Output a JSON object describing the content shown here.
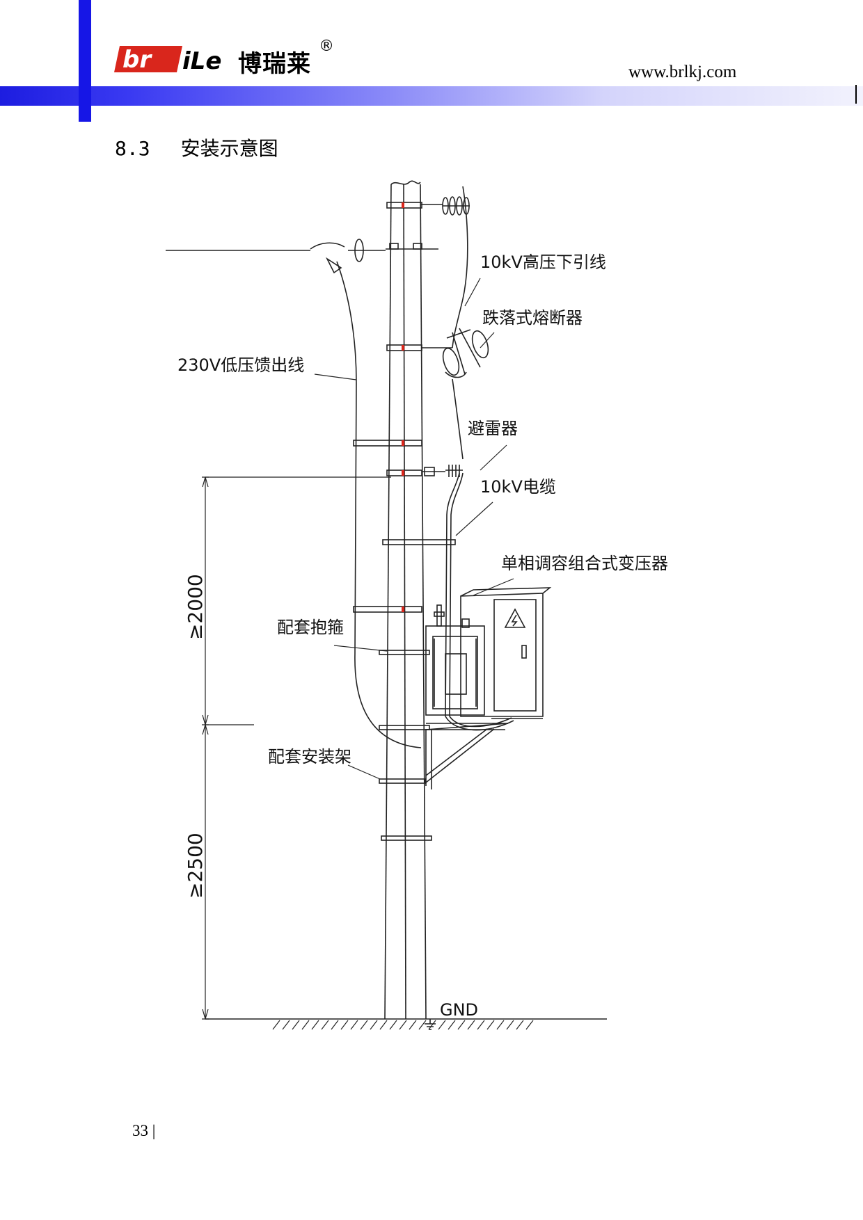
{
  "header": {
    "logo_word": "brile",
    "brand_cn": "博瑞莱",
    "registered_mark": "®",
    "website": "www.brlkj.com",
    "colors": {
      "bar_start": "#1d1de0",
      "bar_end": "#f2f2fd",
      "logo_red": "#d9261c"
    }
  },
  "section": {
    "number": "8.3",
    "title": "安装示意图"
  },
  "diagram": {
    "labels": {
      "hv_downlead": "10kV高压下引线",
      "drop_fuse": "跌落式熔断器",
      "lv_feeder": "230V低压馈出线",
      "arrester": "避雷器",
      "hv_cable": "10kV电缆",
      "transformer": "单相调容组合式变压器",
      "hoop": "配套抱箍",
      "mount_frame": "配套安装架",
      "ground": "GND"
    },
    "dimensions": {
      "upper": "≥2000",
      "lower": "≥2500"
    },
    "icons": [
      "warning-triangle-icon",
      "insulator-icon",
      "ground-symbol-icon"
    ]
  },
  "footer": {
    "page_number": "33 |"
  }
}
